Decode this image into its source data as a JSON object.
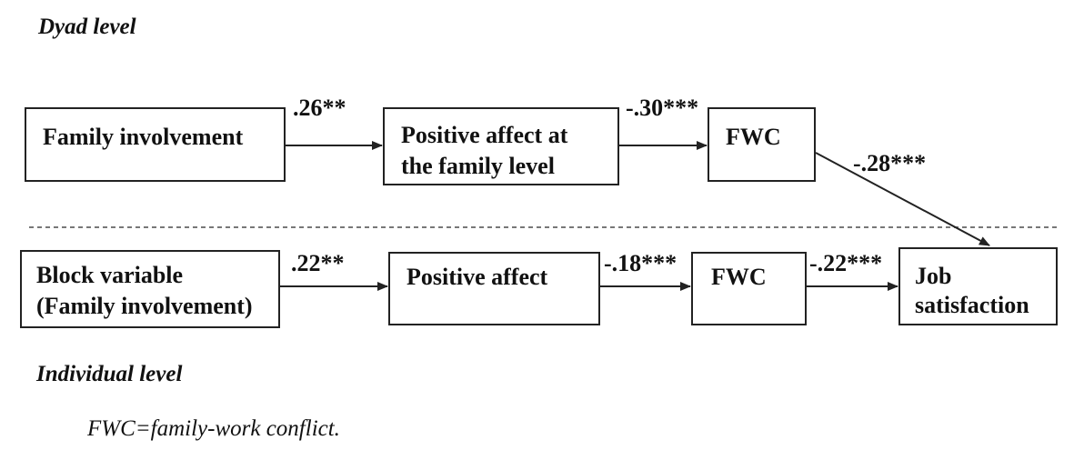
{
  "levels": {
    "dyad": "Dyad level",
    "individual": "Individual level"
  },
  "note": "FWC=family-work conflict.",
  "dyad": {
    "family_involvement": "Family involvement",
    "positive_affect_line1": "Positive affect at",
    "positive_affect_line2": "the family level",
    "fwc": "FWC",
    "coef_fi_pa": ".26**",
    "coef_pa_fwc": "-.30***",
    "coef_fwc_js": "-.28***"
  },
  "individual": {
    "block_line1": "Block variable",
    "block_line2": "(Family involvement)",
    "positive_affect": "Positive affect",
    "fwc": "FWC",
    "job_line1": "Job",
    "job_line2": "satisfaction",
    "coef_block_pa": ".22**",
    "coef_pa_fwc": "-.18***",
    "coef_fwc_js": "-.22***"
  }
}
